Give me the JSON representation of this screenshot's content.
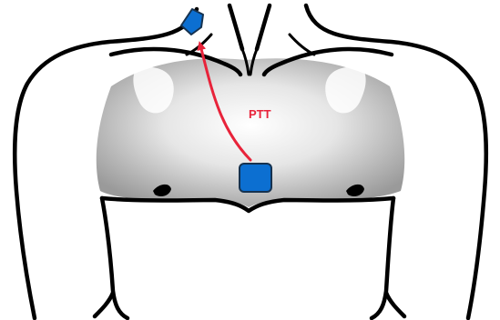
{
  "diagram": {
    "arrow_label": "PTT",
    "colors": {
      "arrow": "#e8233a",
      "sensor_fill": "#0c6fd1",
      "sensor_stroke": "#16324f",
      "outline": "#000000",
      "chest_shade_light": "#ffffff",
      "chest_shade_dark": "#9a9a9a"
    },
    "elements": {
      "torso": "torso-outline",
      "chest": "chest-shading",
      "sensor_sternum": "chest-sensor",
      "sensor_neck": "neck-sensor",
      "arrow": "ptt-arrow"
    }
  }
}
